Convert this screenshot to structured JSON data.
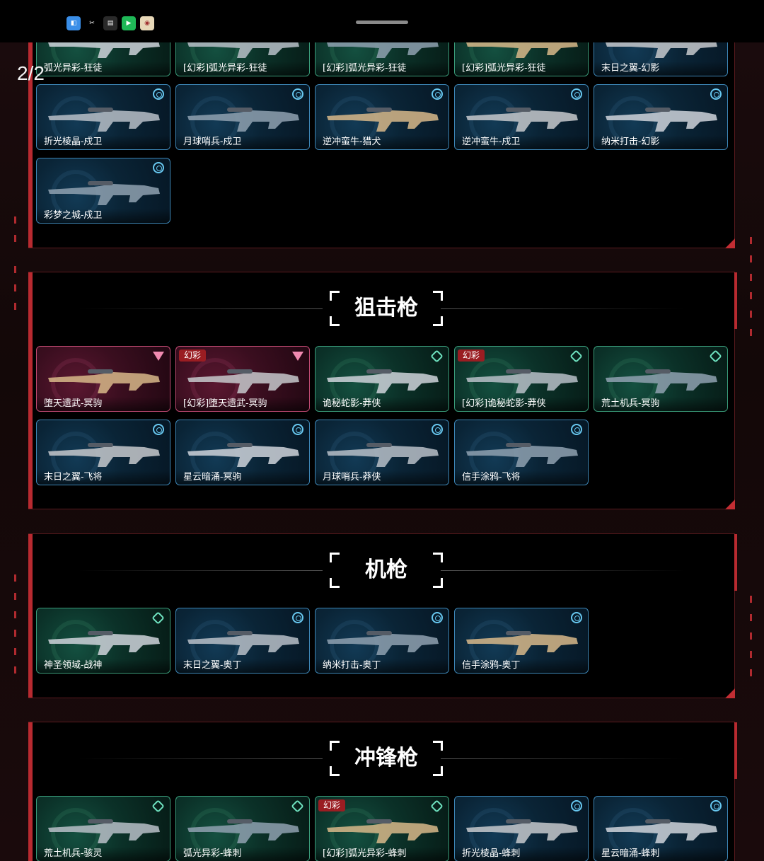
{
  "status_bar": {
    "icons": [
      "app-icon-1",
      "capcut-icon",
      "app-icon-3",
      "iqiyi-icon",
      "app-icon-5"
    ]
  },
  "page_indicator": "2/2",
  "top_section": {
    "row1": [
      {
        "name": "弧光异彩-狂徒",
        "color": "green",
        "tier": "none"
      },
      {
        "name": "[幻彩]弧光异彩-狂徒",
        "color": "green",
        "tier": "none"
      },
      {
        "name": "[幻彩]弧光异彩-狂徒",
        "color": "green",
        "tier": "none"
      },
      {
        "name": "[幻彩]弧光异彩-狂徒",
        "color": "green",
        "tier": "none"
      },
      {
        "name": "末日之翼-幻影",
        "color": "blue",
        "tier": "none"
      }
    ],
    "row2": [
      {
        "name": "折光棱晶-戍卫",
        "color": "blue",
        "tier": "circle"
      },
      {
        "name": "月球哨兵-戍卫",
        "color": "blue",
        "tier": "circle"
      },
      {
        "name": "逆冲蛮牛-猎犬",
        "color": "blue",
        "tier": "circle"
      },
      {
        "name": "逆冲蛮牛-戍卫",
        "color": "blue",
        "tier": "circle"
      },
      {
        "name": "纳米打击-幻影",
        "color": "blue",
        "tier": "circle"
      }
    ],
    "row3": [
      {
        "name": "彩梦之城-戍卫",
        "color": "blue",
        "tier": "circle"
      }
    ]
  },
  "sniper_section": {
    "title": "狙击枪",
    "row1": [
      {
        "name": "堕天遗武-冥驹",
        "color": "pink",
        "tier": "triangle",
        "badge": ""
      },
      {
        "name": "[幻彩]堕天遗武-冥驹",
        "color": "pink",
        "tier": "triangle",
        "badge": "幻彩"
      },
      {
        "name": "诡秘蛇影-莽侠",
        "color": "green",
        "tier": "hex",
        "badge": ""
      },
      {
        "name": "[幻彩]诡秘蛇影-莽侠",
        "color": "green",
        "tier": "hex",
        "badge": "幻彩"
      },
      {
        "name": "荒土机兵-冥驹",
        "color": "green",
        "tier": "hex",
        "badge": ""
      }
    ],
    "row2": [
      {
        "name": "末日之翼-飞将",
        "color": "blue",
        "tier": "circle",
        "badge": ""
      },
      {
        "name": "星云暗涌-冥驹",
        "color": "blue",
        "tier": "circle",
        "badge": ""
      },
      {
        "name": "月球哨兵-莽侠",
        "color": "blue",
        "tier": "circle",
        "badge": ""
      },
      {
        "name": "信手涂鸦-飞将",
        "color": "blue",
        "tier": "circle",
        "badge": ""
      }
    ]
  },
  "mg_section": {
    "title": "机枪",
    "row1": [
      {
        "name": "神圣领域-战神",
        "color": "green",
        "tier": "hex",
        "badge": ""
      },
      {
        "name": "末日之翼-奥丁",
        "color": "blue",
        "tier": "circle",
        "badge": ""
      },
      {
        "name": "纳米打击-奥丁",
        "color": "blue",
        "tier": "circle",
        "badge": ""
      },
      {
        "name": "信手涂鸦-奥丁",
        "color": "blue",
        "tier": "circle",
        "badge": ""
      }
    ]
  },
  "smg_section": {
    "title": "冲锋枪",
    "row1": [
      {
        "name": "荒土机兵-骇灵",
        "color": "green",
        "tier": "hex",
        "badge": ""
      },
      {
        "name": "弧光异彩-蜂刺",
        "color": "green",
        "tier": "hex",
        "badge": ""
      },
      {
        "name": "[幻彩]弧光异彩-蜂刺",
        "color": "green",
        "tier": "hex",
        "badge": "幻彩"
      },
      {
        "name": "折光棱晶-蜂刺",
        "color": "blue",
        "tier": "circle",
        "badge": ""
      },
      {
        "name": "星云暗涌-蜂刺",
        "color": "blue",
        "tier": "circle",
        "badge": ""
      }
    ]
  }
}
